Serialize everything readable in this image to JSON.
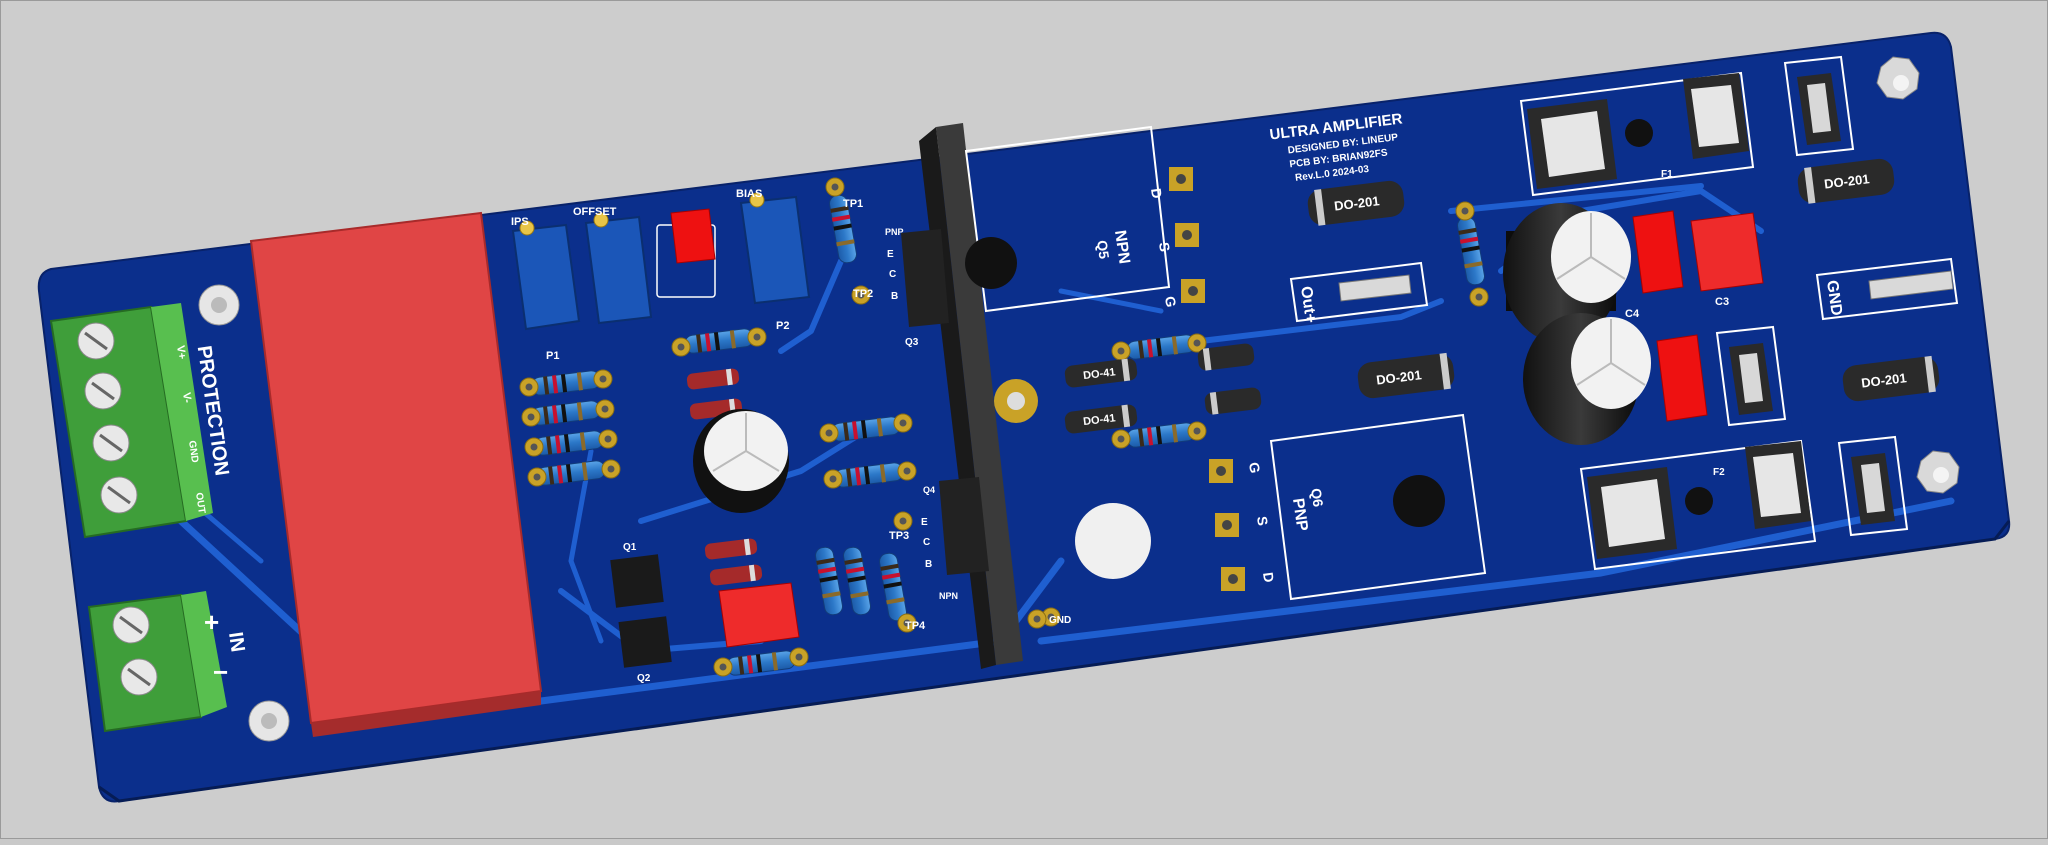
{
  "board": {
    "colors": {
      "background": "#cdcdcd",
      "pcb": "#0b2f8c",
      "trace": "#1f5fd0",
      "silkscreen": "#ffffff",
      "relay": "#e24343",
      "terminal": "#4caf45",
      "heatsink": "#2e2e2e",
      "pad": "#c9a227"
    },
    "title_block": {
      "title": "ULTRA AMPLIFIER",
      "designed_by": "DESIGNED BY: LINEUP",
      "pcb_by": "PCB BY: BRIAN92FS",
      "revision": "Rev.L.0   2024-03"
    },
    "protection": {
      "label": "PROTECTION",
      "pins": [
        "V+",
        "V-",
        "GND",
        "OUT"
      ]
    },
    "input": {
      "label": "IN",
      "plus": "+",
      "minus": "−"
    },
    "trimmers": {
      "ips": "IPS",
      "offset": "OFFSET",
      "bias": "BIAS",
      "p1": "P1",
      "p2": "P2"
    },
    "test_points": [
      "TP1",
      "TP2",
      "TP3",
      "TP4"
    ],
    "transistors": {
      "q3": {
        "ref": "Q3",
        "pins": [
          "E",
          "C",
          "B"
        ],
        "type": "PNP"
      },
      "q4": {
        "ref": "Q4",
        "pins": [
          "E",
          "C",
          "B"
        ],
        "type": "NPN"
      },
      "q1": "Q1",
      "q2": "Q2",
      "q5": {
        "ref": "Q5",
        "type": "NPN",
        "pins": [
          "D",
          "S",
          "G"
        ]
      },
      "q6": {
        "ref": "Q6",
        "type": "PNP",
        "pins": [
          "G",
          "S",
          "D"
        ]
      }
    },
    "diodes": {
      "do201": "DO-201",
      "do41": "DO-41"
    },
    "connectors": {
      "out_plus": "Out+",
      "gnd": "GND",
      "gnd_small": "GND"
    },
    "caps": {
      "c3": "C3",
      "c4": "C4"
    },
    "fuses": {
      "f1": "F1",
      "f2": "F2"
    }
  }
}
